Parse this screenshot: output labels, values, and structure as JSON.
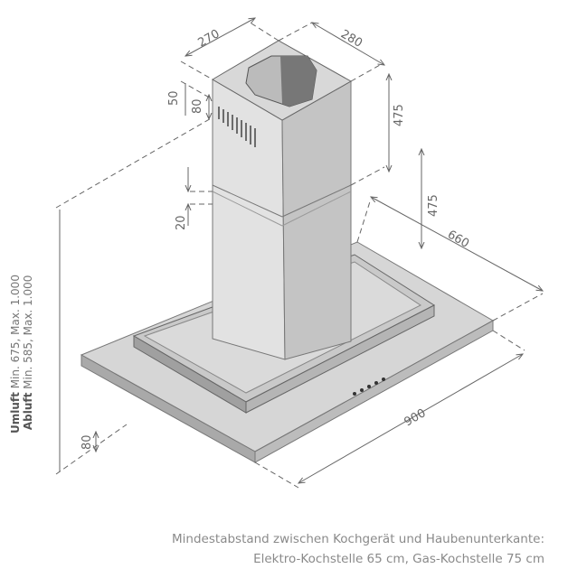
{
  "dimensions": {
    "depth_top": "270",
    "width_top": "280",
    "offset_top": "50",
    "vent_height": "80",
    "chimney_upper": "475",
    "chimney_lower": "475",
    "overlap": "20",
    "canopy_depth": "660",
    "canopy_width": "900",
    "canopy_height": "80"
  },
  "height_notes": {
    "umluft_label": "Umluft",
    "umluft_range": "Min. 675, Max. 1.000",
    "abluft_label": "Abluft",
    "abluft_range": "Min. 585, Max. 1.000"
  },
  "caption": {
    "line1": "Mindestabstand zwischen Kochgerät und Haubenunterkante:",
    "line2": "Elektro-Kochstelle 65 cm, Gas-Kochstelle 75 cm"
  },
  "colors": {
    "steel_light": "#d4d4d4",
    "steel_mid": "#bdbdbd",
    "steel_dark": "#8c8c8c",
    "line": "#555555"
  }
}
